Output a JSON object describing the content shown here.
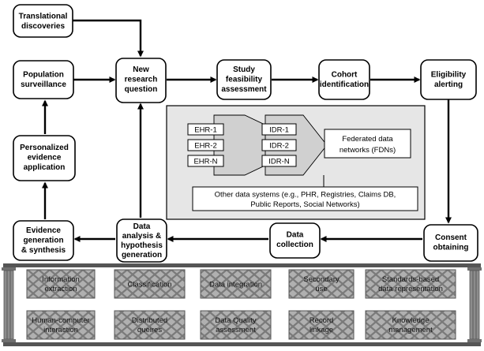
{
  "nodes": {
    "translational": [
      "Translational",
      "discoveries"
    ],
    "population": [
      "Population",
      "surveillance"
    ],
    "new_question": [
      "New",
      "research",
      "question"
    ],
    "feasibility": [
      "Study",
      "feasibility",
      "assessment"
    ],
    "cohort": [
      "Cohort",
      "identification"
    ],
    "eligibility": [
      "Eligibility",
      "alerting"
    ],
    "personalized": [
      "Personalized",
      "evidence",
      "application"
    ],
    "evidence_gen": [
      "Evidence",
      "generation",
      "& synthesis"
    ],
    "data_analysis": [
      "Data",
      "analysis &",
      "hypothesis",
      "generation"
    ],
    "data_collection": [
      "Data",
      "collection"
    ],
    "consent": [
      "Consent",
      "obtaining"
    ]
  },
  "sources": {
    "ehr": [
      "EHR-1",
      "EHR-2",
      "EHR-N"
    ],
    "idr": [
      "IDR-1",
      "IDR-2",
      "IDR-N"
    ],
    "fdn": [
      "Federated data",
      "networks (FDNs)"
    ],
    "other": [
      "Other data systems (e.g., PHR, Registries, Claims DB,",
      "Public Reports, Social Networks)"
    ]
  },
  "foundation": [
    [
      "Information",
      "extraction"
    ],
    [
      "Classification"
    ],
    [
      "Data integration"
    ],
    [
      "Secondary",
      "use"
    ],
    [
      "Standards-based",
      "data representation"
    ],
    [
      "Human-computer",
      "interaction"
    ],
    [
      "Distributed",
      "queires"
    ],
    [
      "Data Quality",
      "assessment"
    ],
    [
      "Record",
      "linkage"
    ],
    [
      "Knowledge",
      "management"
    ]
  ],
  "colors": {
    "panel_bg": "#e6e6e6",
    "node_border": "#000000",
    "foundation_tile": "#b3b3b3",
    "pillar": "#8c8c8c"
  }
}
